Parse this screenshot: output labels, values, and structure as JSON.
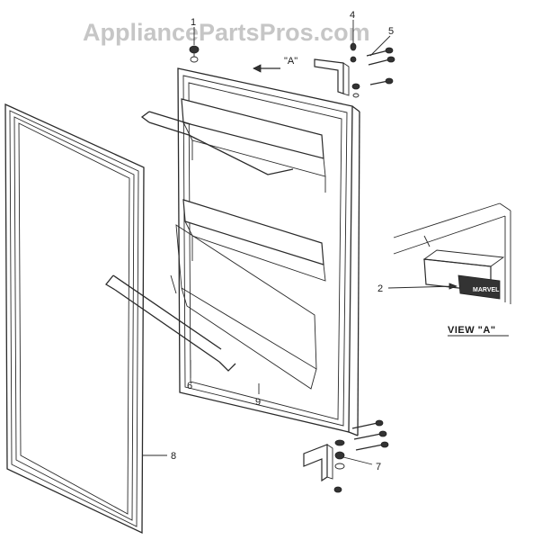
{
  "watermark": "AppliancePartsPros.com",
  "view_ref": "\"A\"",
  "view_title": "VIEW  \"A\"",
  "brand": "MARVEL",
  "callouts": {
    "c1": "1",
    "c2": "2",
    "c4": "4",
    "c5": "5",
    "c6": "6",
    "c7": "7",
    "c8": "8",
    "c9": "9"
  }
}
